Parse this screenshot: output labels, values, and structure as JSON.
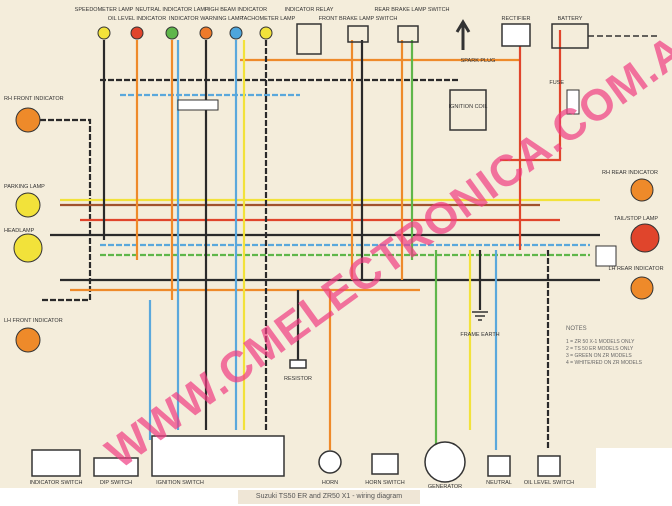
{
  "title": "Suzuki TS50 ER and ZR50 X1 - wiring diagram",
  "watermark": "WWW.CMELECTRONICA.COM.AR",
  "top_components": [
    {
      "label": "SPEEDOMETER LAMP",
      "color": "#f2e23a"
    },
    {
      "label": "OIL LEVEL INDICATOR",
      "color": "#e0452c"
    },
    {
      "label": "NEUTRAL INDICATOR LAMP",
      "color": "#5fb64a"
    },
    {
      "label": "INDICATOR WARNING LAMP",
      "color": "#ee7a2a"
    },
    {
      "label": "HIGH BEAM INDICATOR",
      "color": "#4ea6dc"
    },
    {
      "label": "TACHOMETER LAMP",
      "color": "#f2e23a"
    },
    {
      "label": "INDICATOR RELAY"
    },
    {
      "label": "FRONT BRAKE LAMP SWITCH"
    },
    {
      "label": "REAR BRAKE LAMP SWITCH"
    },
    {
      "label": "RECTIFIER"
    },
    {
      "label": "BATTERY"
    }
  ],
  "left_components": [
    "RH FRONT INDICATOR",
    "PARKING LAMP",
    "HEADLAMP",
    "LH FRONT INDICATOR"
  ],
  "right_components": [
    "RH REAR INDICATOR",
    "TAIL/STOP LAMP",
    "LH REAR INDICATOR"
  ],
  "middle_components": [
    "SPARK PLUG",
    "IGNITION COIL",
    "FUSE",
    "FRAME EARTH",
    "RESISTOR"
  ],
  "bottom_components": [
    "INDICATOR SWITCH",
    "DIP SWITCH",
    "IGNITION SWITCH",
    "HORN",
    "HORN SWITCH",
    "GENERATOR",
    "NEUTRAL",
    "OIL LEVEL SWITCH"
  ],
  "notes": {
    "title": "NOTES",
    "items": [
      "1 = ZR 50 X-1 MODELS ONLY",
      "2 = TS 50 ER MODELS ONLY",
      "3 = GREEN ON ZR MODELS",
      "4 = WHITE/RED ON ZR MODELS"
    ]
  },
  "wire_colors": {
    "black": "#2a2a2a",
    "orange": "#ee8a2a",
    "red": "#e0452c",
    "yellow": "#f2e23a",
    "green": "#5fb64a",
    "blue": "#5aa8dc",
    "brown": "#a0522d",
    "white": "#ffffff"
  }
}
